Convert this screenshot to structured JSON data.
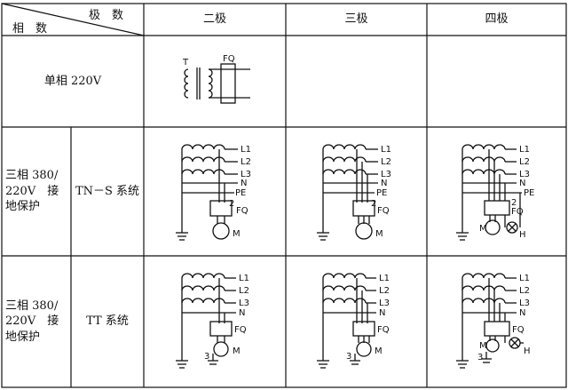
{
  "header": {
    "top_right": "极　数",
    "bottom_left": "相　数",
    "col_two_pole": "二极",
    "col_three_pole": "三极",
    "col_four_pole": "四极"
  },
  "rows": {
    "single_phase": "单相 220V",
    "three_phase_group_a": "三相 380/ 220V　接 地保护",
    "tn_s": "TN－S 系统",
    "three_phase_group_b": "三相 380/ 220V　接 地保护",
    "tt": "TT 系统"
  },
  "symbols": {
    "T": "T",
    "FQ": "FQ",
    "L1": "L1",
    "L2": "L2",
    "L3": "L3",
    "N": "N",
    "PE": "PE",
    "M": "M",
    "H": "H",
    "n2": "2",
    "n3": "3"
  },
  "colors": {
    "line": "#111111",
    "background": "#ffffff"
  }
}
